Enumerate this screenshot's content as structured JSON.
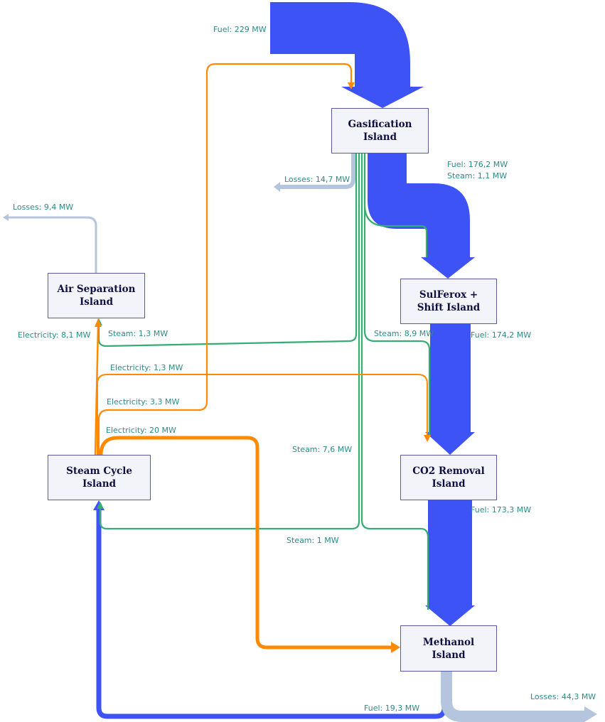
{
  "colors": {
    "fuel": "#3d53f5",
    "electricity": "#ff8a00",
    "steam": "#35ad72",
    "losses": "#b4c5dd",
    "label_text": "#2c8a8a",
    "node_fill": "#f3f3fa",
    "node_border": "#5a5aa0",
    "node_text": "#101040"
  },
  "nodes": {
    "gasification": "Gasification\nIsland",
    "sulferox": "SulFerox +\nShift Island",
    "air_separation": "Air Separation\nIsland",
    "co2_removal": "CO2 Removal\nIsland",
    "steam_cycle": "Steam Cycle\nIsland",
    "methanol": "Methanol\nIsland"
  },
  "labels": {
    "fuel_in": "Fuel: 229 MW",
    "gasification_losses": "Losses: 14,7 MW",
    "gasification_fuel_out": "Fuel: 176,2 MW",
    "gasification_steam_out": "Steam: 1,1 MW",
    "asu_losses": "Losses: 9,4 MW",
    "asu_electricity": "Electricity: 8,1 MW",
    "asu_steam": "Steam: 1,3 MW",
    "sulferox_steam": "Steam: 8,9 MW",
    "sulferox_fuel_out": "Fuel: 174,2 MW",
    "elec_co2": "Electricity: 1,3 MW",
    "elec_gasification": "Electricity: 3,3 MW",
    "elec_methanol": "Electricity: 20 MW",
    "steam_methanol": "Steam: 7,6 MW",
    "co2_fuel_out": "Fuel: 173,3 MW",
    "steam_return": "Steam: 1 MW",
    "fuel_return": "Fuel: 19,3 MW",
    "methanol_losses": "Losses: 44,3 MW"
  },
  "flows": [
    {
      "from": "Input",
      "to": "Gasification Island",
      "type": "Fuel",
      "value_mw": 229
    },
    {
      "from": "Gasification Island",
      "to": "Losses",
      "type": "Losses",
      "value_mw": 14.7
    },
    {
      "from": "Gasification Island",
      "to": "SulFerox + Shift Island",
      "type": "Fuel",
      "value_mw": 176.2
    },
    {
      "from": "Gasification Island",
      "to": "SulFerox + Shift Island",
      "type": "Steam",
      "value_mw": 1.1
    },
    {
      "from": "Gasification Island",
      "to": "Air Separation Island",
      "type": "Steam",
      "value_mw": 1.3
    },
    {
      "from": "Gasification Island",
      "to": "CO2 Removal Island",
      "type": "Steam",
      "value_mw": 8.9
    },
    {
      "from": "Gasification Island",
      "to": "Methanol Island",
      "type": "Steam",
      "value_mw": 7.6
    },
    {
      "from": "Gasification Island",
      "to": "Steam Cycle Island",
      "type": "Steam",
      "value_mw": 1
    },
    {
      "from": "Air Separation Island",
      "to": "Losses",
      "type": "Losses",
      "value_mw": 9.4
    },
    {
      "from": "Steam Cycle Island",
      "to": "Air Separation Island",
      "type": "Electricity",
      "value_mw": 8.1
    },
    {
      "from": "Steam Cycle Island",
      "to": "CO2 Removal Island",
      "type": "Electricity",
      "value_mw": 1.3
    },
    {
      "from": "Steam Cycle Island",
      "to": "Gasification Island",
      "type": "Electricity",
      "value_mw": 3.3
    },
    {
      "from": "Steam Cycle Island",
      "to": "Methanol Island",
      "type": "Electricity",
      "value_mw": 20
    },
    {
      "from": "SulFerox + Shift Island",
      "to": "CO2 Removal Island",
      "type": "Fuel",
      "value_mw": 174.2
    },
    {
      "from": "CO2 Removal Island",
      "to": "Methanol Island",
      "type": "Fuel",
      "value_mw": 173.3
    },
    {
      "from": "Methanol Island",
      "to": "Steam Cycle Island",
      "type": "Fuel",
      "value_mw": 19.3
    },
    {
      "from": "Methanol Island",
      "to": "Losses",
      "type": "Losses",
      "value_mw": 44.3
    }
  ]
}
